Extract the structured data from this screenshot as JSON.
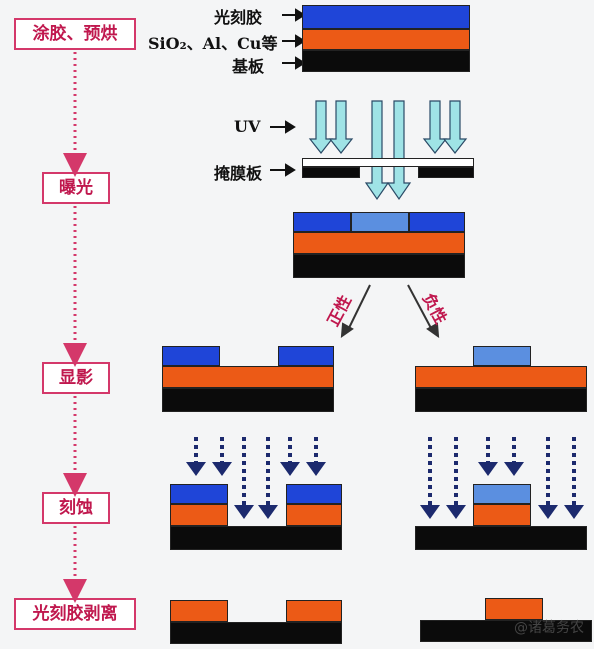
{
  "steps": {
    "coat": "涂胶、预烘",
    "expose": "曝光",
    "develop": "显影",
    "etch": "刻蚀",
    "strip": "光刻胶剥离"
  },
  "labels": {
    "photoresist": "光刻胶",
    "film": "SiO₂、Al、Cu等",
    "substrate": "基板",
    "uv": "UV",
    "mask": "掩膜板",
    "positive": "正性",
    "negative": "负性"
  },
  "watermark": "@诸葛务农",
  "colors": {
    "photoresist": "#1f45d8",
    "exposed_resist": "#5b8fe0",
    "film": "#ec5a16",
    "substrate": "#0b0b0b",
    "uv_arrow": "#9fe3e6",
    "etch_arrow": "#1c2a6e",
    "flow_arrow": "#d4386a",
    "step_border": "#d4386a"
  }
}
